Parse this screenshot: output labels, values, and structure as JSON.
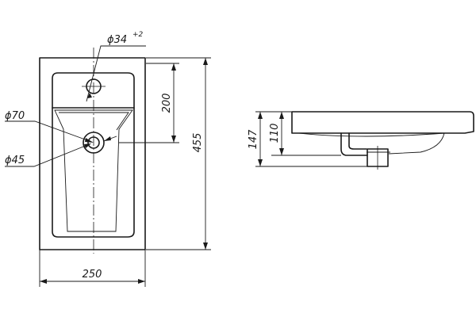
{
  "dimensions": {
    "tap_hole_diameter": "ϕ34",
    "tap_hole_tolerance": "+2",
    "drain_outer_diameter": "ϕ70",
    "drain_inner_diameter": "ϕ45",
    "overall_width": "250",
    "overall_depth": "455",
    "tap_hole_offset": "200",
    "side_total_height": "147",
    "side_bowl_height": "110"
  }
}
